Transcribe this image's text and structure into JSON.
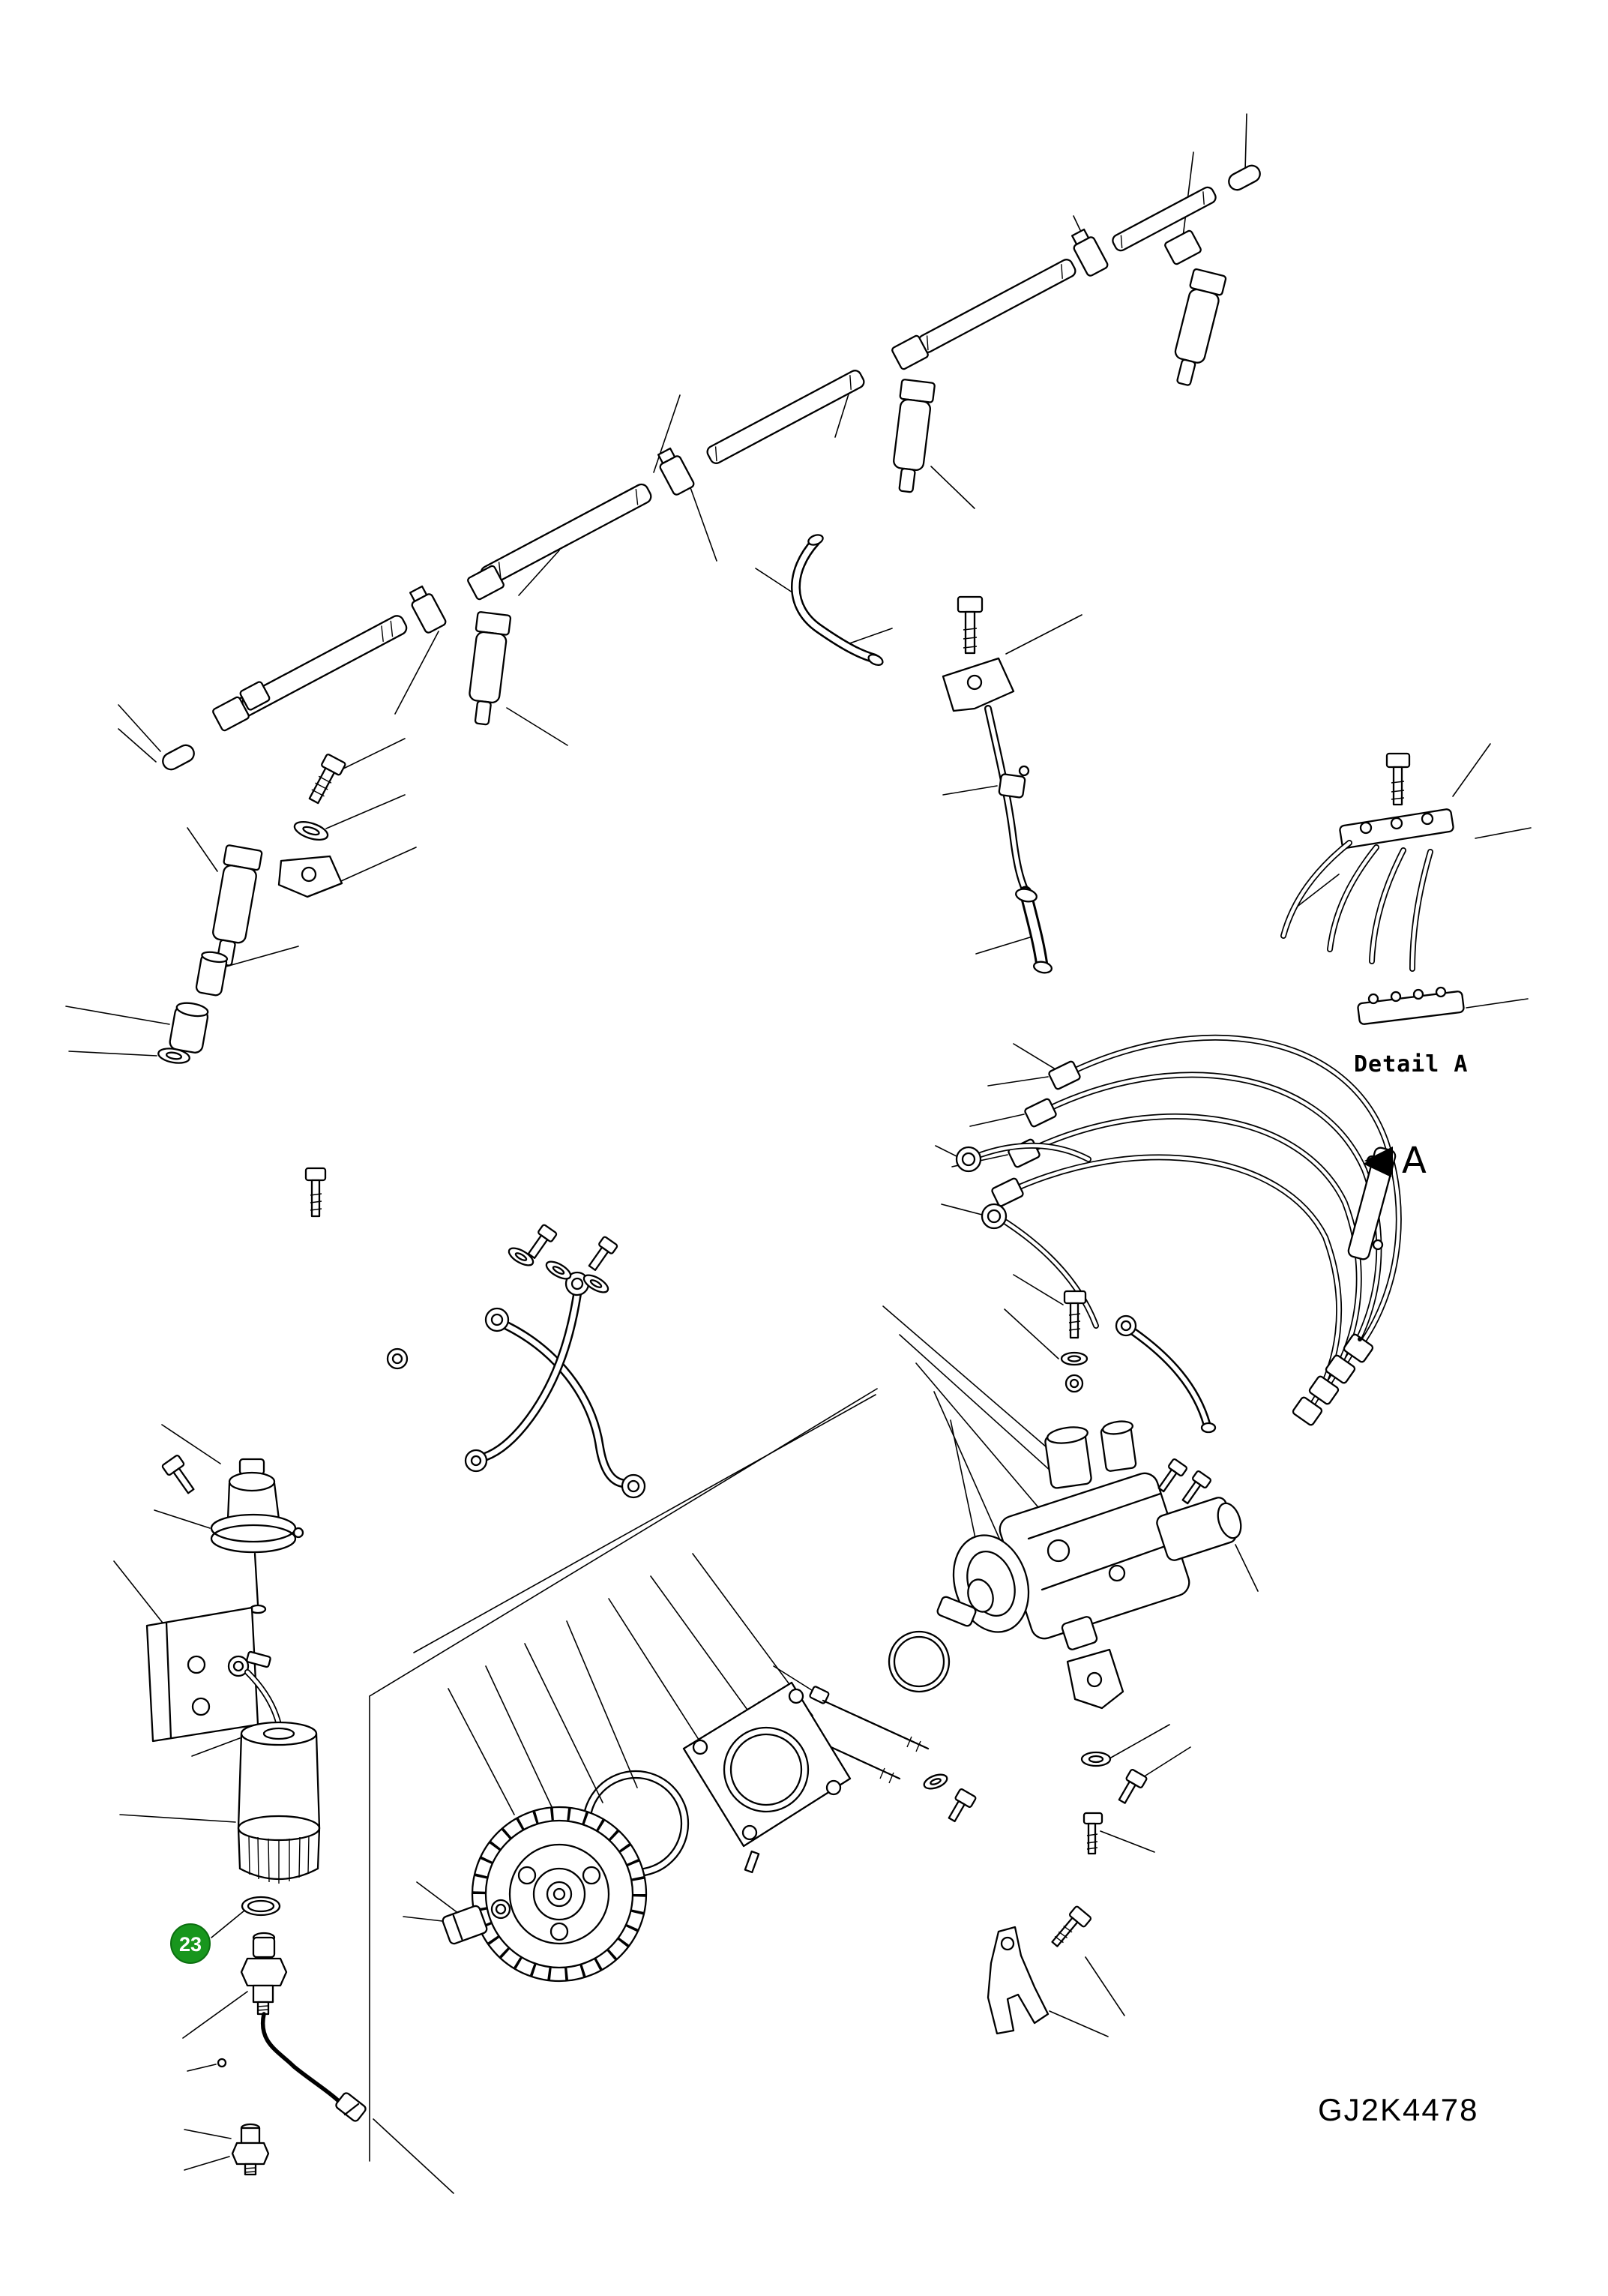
{
  "figure": {
    "code": "GJ2K4478",
    "background_color": "#ffffff",
    "line_color": "#000000"
  },
  "labels": {
    "detail_a": "Detail A",
    "view_arrow_letter": "A"
  },
  "callouts": [
    {
      "number": "23",
      "fill_color": "#18961d",
      "text_color": "#ffffff"
    }
  ]
}
